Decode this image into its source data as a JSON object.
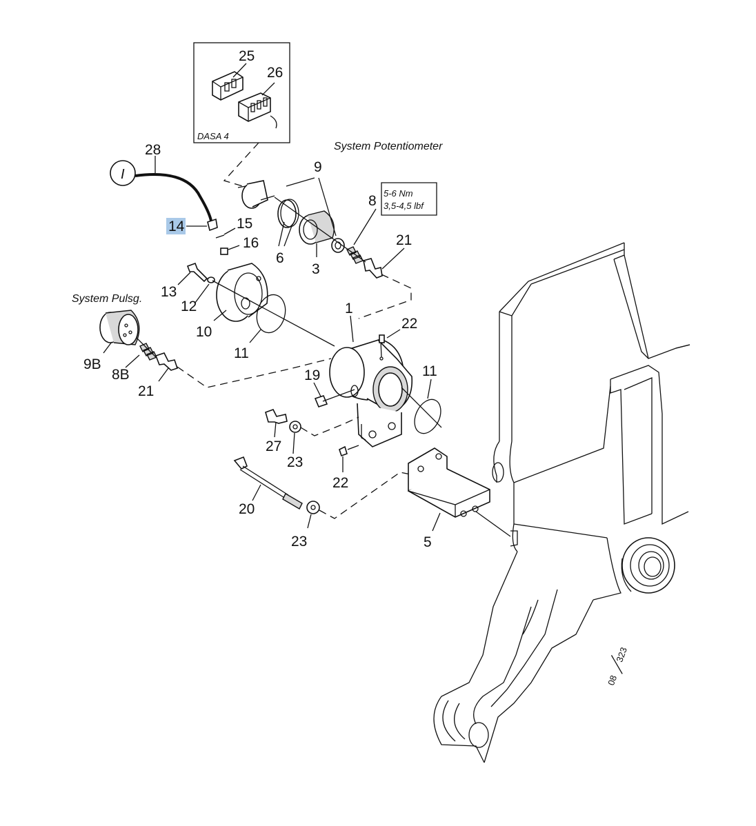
{
  "inset": {
    "caption": "DASA 4",
    "labels": [
      "25",
      "26"
    ]
  },
  "captions": {
    "system_potentiometer": "System Potentiometer",
    "system_pulsg": "System Pulsg.",
    "torque_line1": "5-6 Nm",
    "torque_line2": "3,5-4,5 lbf",
    "cable_symbol": "I",
    "drawing_ref_top": "08",
    "drawing_ref_bottom": "323"
  },
  "callouts": {
    "c1": "1",
    "c3": "3",
    "c5": "5",
    "c6": "6",
    "c8": "8",
    "c8b": "8B",
    "c9": "9",
    "c9b": "9B",
    "c10": "10",
    "c11a": "11",
    "c11b": "11",
    "c12": "12",
    "c13": "13",
    "c14": "14",
    "c15": "15",
    "c16": "16",
    "c19": "19",
    "c20": "20",
    "c21a": "21",
    "c21b": "21",
    "c22a": "22",
    "c22b": "22",
    "c23a": "23",
    "c23b": "23",
    "c27": "27",
    "c28": "28"
  },
  "highlight_color": "#a9c9e8"
}
